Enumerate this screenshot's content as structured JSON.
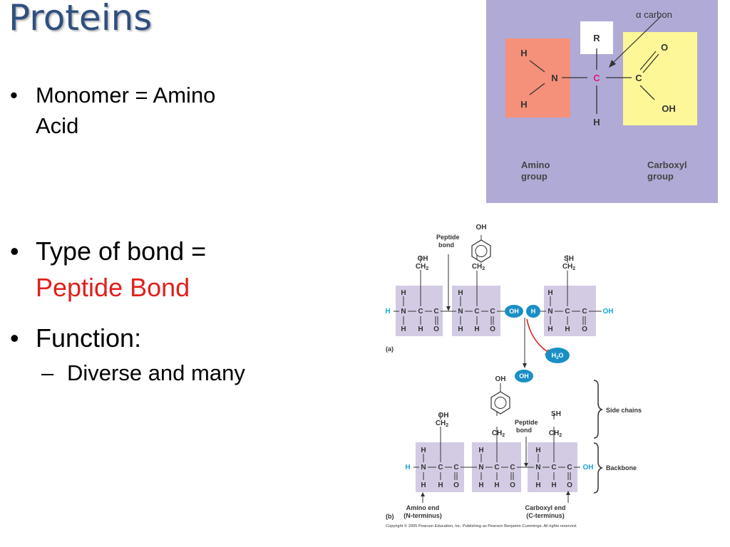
{
  "slide": {
    "title": "Proteins",
    "bullets": [
      {
        "text": "Monomer = Amino Acid"
      },
      {
        "text": "Type of bond =",
        "highlight": "Peptide Bond",
        "highlight_color": "#e0201b"
      },
      {
        "text": "Function:",
        "sub": [
          "Diverse and many"
        ]
      }
    ]
  },
  "amino_acid_figure": {
    "alpha_carbon_label": "α carbon",
    "r_label": "R",
    "n_label": "N",
    "c_alpha_label": "C",
    "c_label": "C",
    "h_label": "H",
    "o_label": "O",
    "oh_label": "OH",
    "amino_group_line1": "Amino",
    "amino_group_line2": "group",
    "carboxyl_group_line1": "Carboxyl",
    "carboxyl_group_line2": "group",
    "colors": {
      "panel": "#b0aad6",
      "amino_box": "#f5907a",
      "carboxyl_box": "#fdf797",
      "r_box": "#ffffff",
      "alpha_c": "#e0177e"
    }
  },
  "peptide_figure": {
    "peptide_bond_line1": "Peptide",
    "peptide_bond_line2": "bond",
    "panel_a": "(a)",
    "panel_b": "(b)",
    "h2o_h": "H",
    "h2o_sub": "2",
    "h2o_o": "O",
    "oh": "OH",
    "sh": "SH",
    "ch": "CH",
    "sub2": "2",
    "h": "H",
    "n": "N",
    "c": "C",
    "o": "O",
    "side_chains": "Side chains",
    "backbone": "Backbone",
    "amino_end_line1": "Amino end",
    "amino_end_line2": "(N-terminus)",
    "carboxyl_end_line1": "Carboxyl end",
    "carboxyl_end_line2": "(C-terminus)",
    "copyright": "Copyright © 2005 Pearson Education, Inc. Publishing as Pearson Benjamin Cummings. All rights reserved.",
    "colors": {
      "residue_box": "#d3cbe4",
      "cyan": "#1aa5d4",
      "oval": "#1a8fc5",
      "red_arrow": "#d8241e"
    }
  }
}
